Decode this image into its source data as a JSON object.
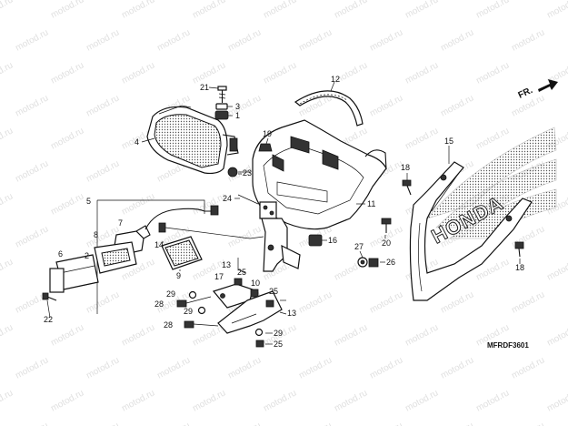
{
  "watermark": "motod.ru",
  "front_marker": "FR.",
  "brand_text": "HONDA",
  "diagram_code": "MFRDF3601",
  "callouts": [
    {
      "id": "c1",
      "label": "1"
    },
    {
      "id": "c2",
      "label": "2"
    },
    {
      "id": "c3",
      "label": "3"
    },
    {
      "id": "c4",
      "label": "4"
    },
    {
      "id": "c5",
      "label": "5"
    },
    {
      "id": "c6",
      "label": "6"
    },
    {
      "id": "c7",
      "label": "7"
    },
    {
      "id": "c8",
      "label": "8"
    },
    {
      "id": "c9",
      "label": "9"
    },
    {
      "id": "c10",
      "label": "10"
    },
    {
      "id": "c11",
      "label": "11"
    },
    {
      "id": "c12",
      "label": "12"
    },
    {
      "id": "c13a",
      "label": "13"
    },
    {
      "id": "c13b",
      "label": "13"
    },
    {
      "id": "c14",
      "label": "14"
    },
    {
      "id": "c15",
      "label": "15"
    },
    {
      "id": "c16",
      "label": "16"
    },
    {
      "id": "c17",
      "label": "17"
    },
    {
      "id": "c18a",
      "label": "18"
    },
    {
      "id": "c18b",
      "label": "18"
    },
    {
      "id": "c19",
      "label": "19"
    },
    {
      "id": "c20",
      "label": "20"
    },
    {
      "id": "c21",
      "label": "21"
    },
    {
      "id": "c22",
      "label": "22"
    },
    {
      "id": "c23",
      "label": "23"
    },
    {
      "id": "c24",
      "label": "24"
    },
    {
      "id": "c25a",
      "label": "25"
    },
    {
      "id": "c25b",
      "label": "25"
    },
    {
      "id": "c25c",
      "label": "25"
    },
    {
      "id": "c26",
      "label": "26"
    },
    {
      "id": "c27",
      "label": "27"
    },
    {
      "id": "c28a",
      "label": "28"
    },
    {
      "id": "c28b",
      "label": "28"
    },
    {
      "id": "c29a",
      "label": "29"
    },
    {
      "id": "c29b",
      "label": "29"
    },
    {
      "id": "c29c",
      "label": "29"
    }
  ]
}
